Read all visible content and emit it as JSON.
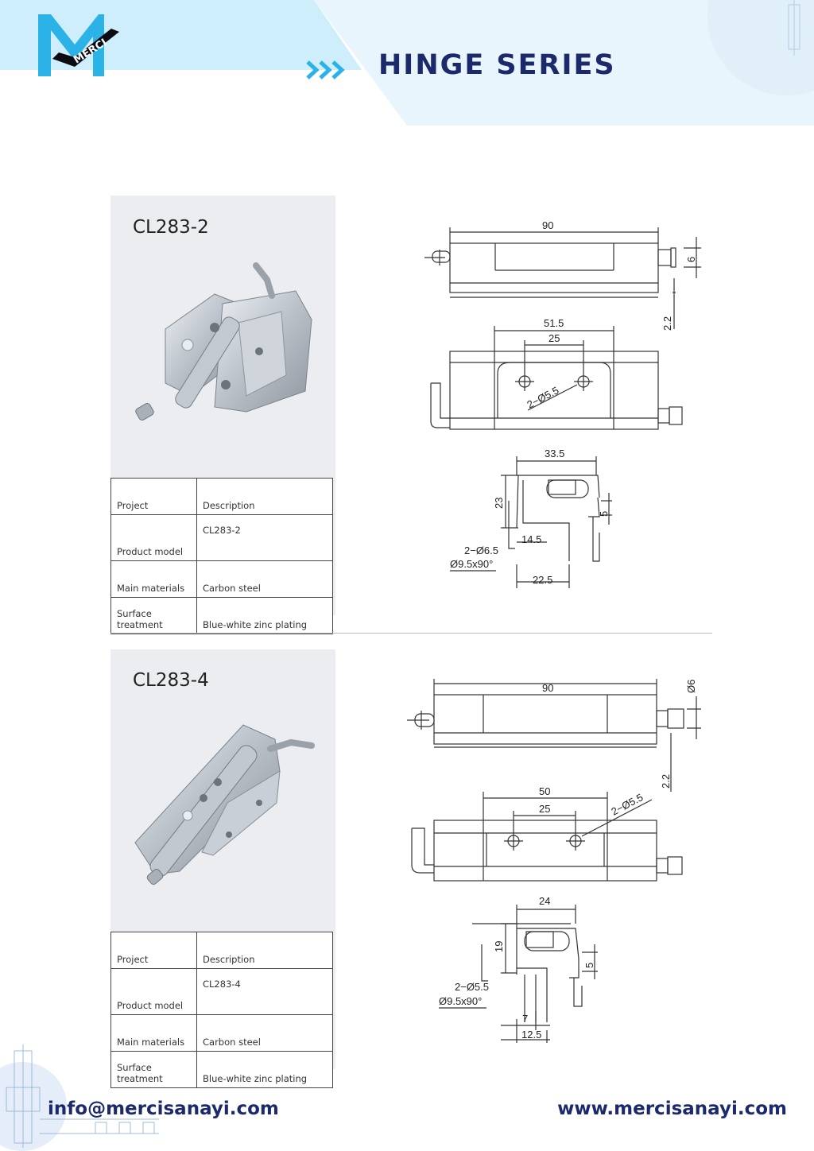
{
  "header": {
    "brand": "MERCI",
    "title": "HINGE SERIES"
  },
  "colors": {
    "brand_navy": "#1c2a6b",
    "brand_cyan": "#2bb3e8",
    "header_light": "#d7f0fb",
    "panel_gray": "#ebedf1"
  },
  "products": [
    {
      "model": "CL283-2",
      "spec": {
        "header": {
          "label": "Project",
          "value": "Description"
        },
        "rows": [
          {
            "label": "Product model",
            "value": "CL283-2"
          },
          {
            "label": "Main materials",
            "value": "Carbon steel"
          },
          {
            "label": "Surface treatment",
            "value": "Blue-white zinc plating"
          }
        ]
      },
      "dims": {
        "top_width": "90",
        "pin_dia": "6",
        "thickness": "2.2",
        "hole_span": "51.5",
        "hole_pitch": "25",
        "holes": "2−Ø5.5",
        "side_width": "33.5",
        "side_height": "23",
        "side_offset": "5",
        "side_a": "14.5",
        "side_b": "22.5",
        "countersink_1": "2−Ø6.5",
        "countersink_2": "Ø9.5x90°"
      }
    },
    {
      "model": "CL283-4",
      "spec": {
        "header": {
          "label": "Project",
          "value": "Description"
        },
        "rows": [
          {
            "label": "Product model",
            "value": "CL283-4"
          },
          {
            "label": "Main materials",
            "value": "Carbon steel"
          },
          {
            "label": "Surface treatment",
            "value": "Blue-white zinc plating"
          }
        ]
      },
      "dims": {
        "top_width": "90",
        "pin_dia": "Ø6",
        "thickness": "2.2",
        "hole_span": "50",
        "hole_pitch": "25",
        "holes": "2−Ø5.5",
        "side_width": "24",
        "side_height": "19",
        "side_offset": "5",
        "side_a": "7",
        "side_b": "12.5",
        "countersink_1": "2−Ø5.5",
        "countersink_2": "Ø9.5x90°"
      }
    }
  ],
  "footer": {
    "email": "info@mercisanayi.com",
    "website": "www.mercisanayi.com"
  }
}
